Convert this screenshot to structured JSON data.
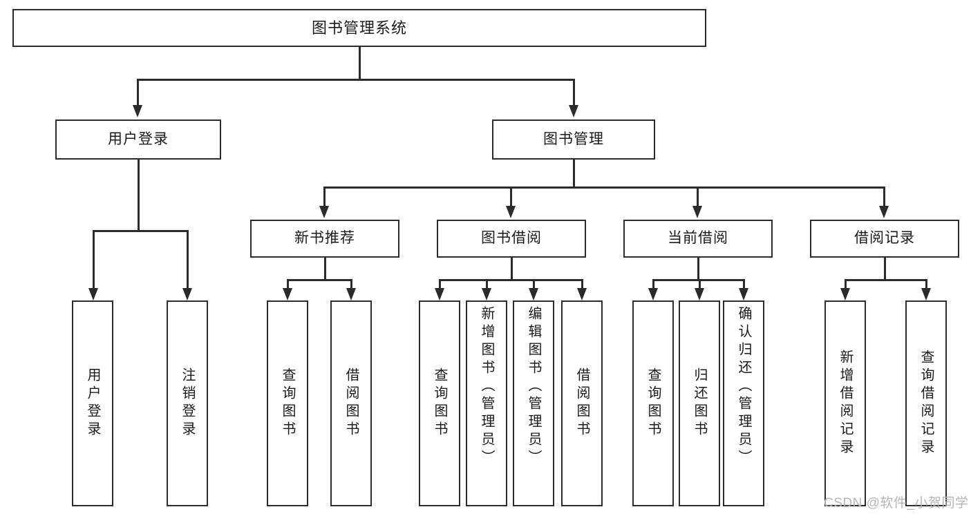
{
  "diagram": {
    "type": "hierarchy-tree",
    "title": "图书管理系统",
    "root": {
      "label": "图书管理系统"
    },
    "level2": [
      {
        "label": "用户登录"
      },
      {
        "label": "图书管理"
      }
    ],
    "level3": [
      {
        "label": "新书推荐"
      },
      {
        "label": "图书借阅"
      },
      {
        "label": "当前借阅"
      },
      {
        "label": "借阅记录"
      }
    ],
    "leaves": {
      "user_login": [
        {
          "label": "用户登录"
        },
        {
          "label": "注销登录"
        }
      ],
      "new_book_recommend": [
        {
          "label": "查询图书"
        },
        {
          "label": "借阅图书"
        }
      ],
      "book_borrow": [
        {
          "label": "查询图书"
        },
        {
          "label": "新增图书（管理员）"
        },
        {
          "label": "编辑图书（管理员）"
        },
        {
          "label": "借阅图书"
        }
      ],
      "current_borrow": [
        {
          "label": "查询图书"
        },
        {
          "label": "归还图书"
        },
        {
          "label": "确认归还（管理员）"
        }
      ],
      "borrow_record": [
        {
          "label": "新增借阅记录"
        },
        {
          "label": "查询借阅记录"
        }
      ]
    }
  },
  "watermark": {
    "text": "CSDN @软件_小贺同学"
  },
  "colors": {
    "stroke": "#2b2b2b",
    "background": "#ffffff",
    "text": "#1a1a1a",
    "watermark": "#b6b6b6"
  }
}
